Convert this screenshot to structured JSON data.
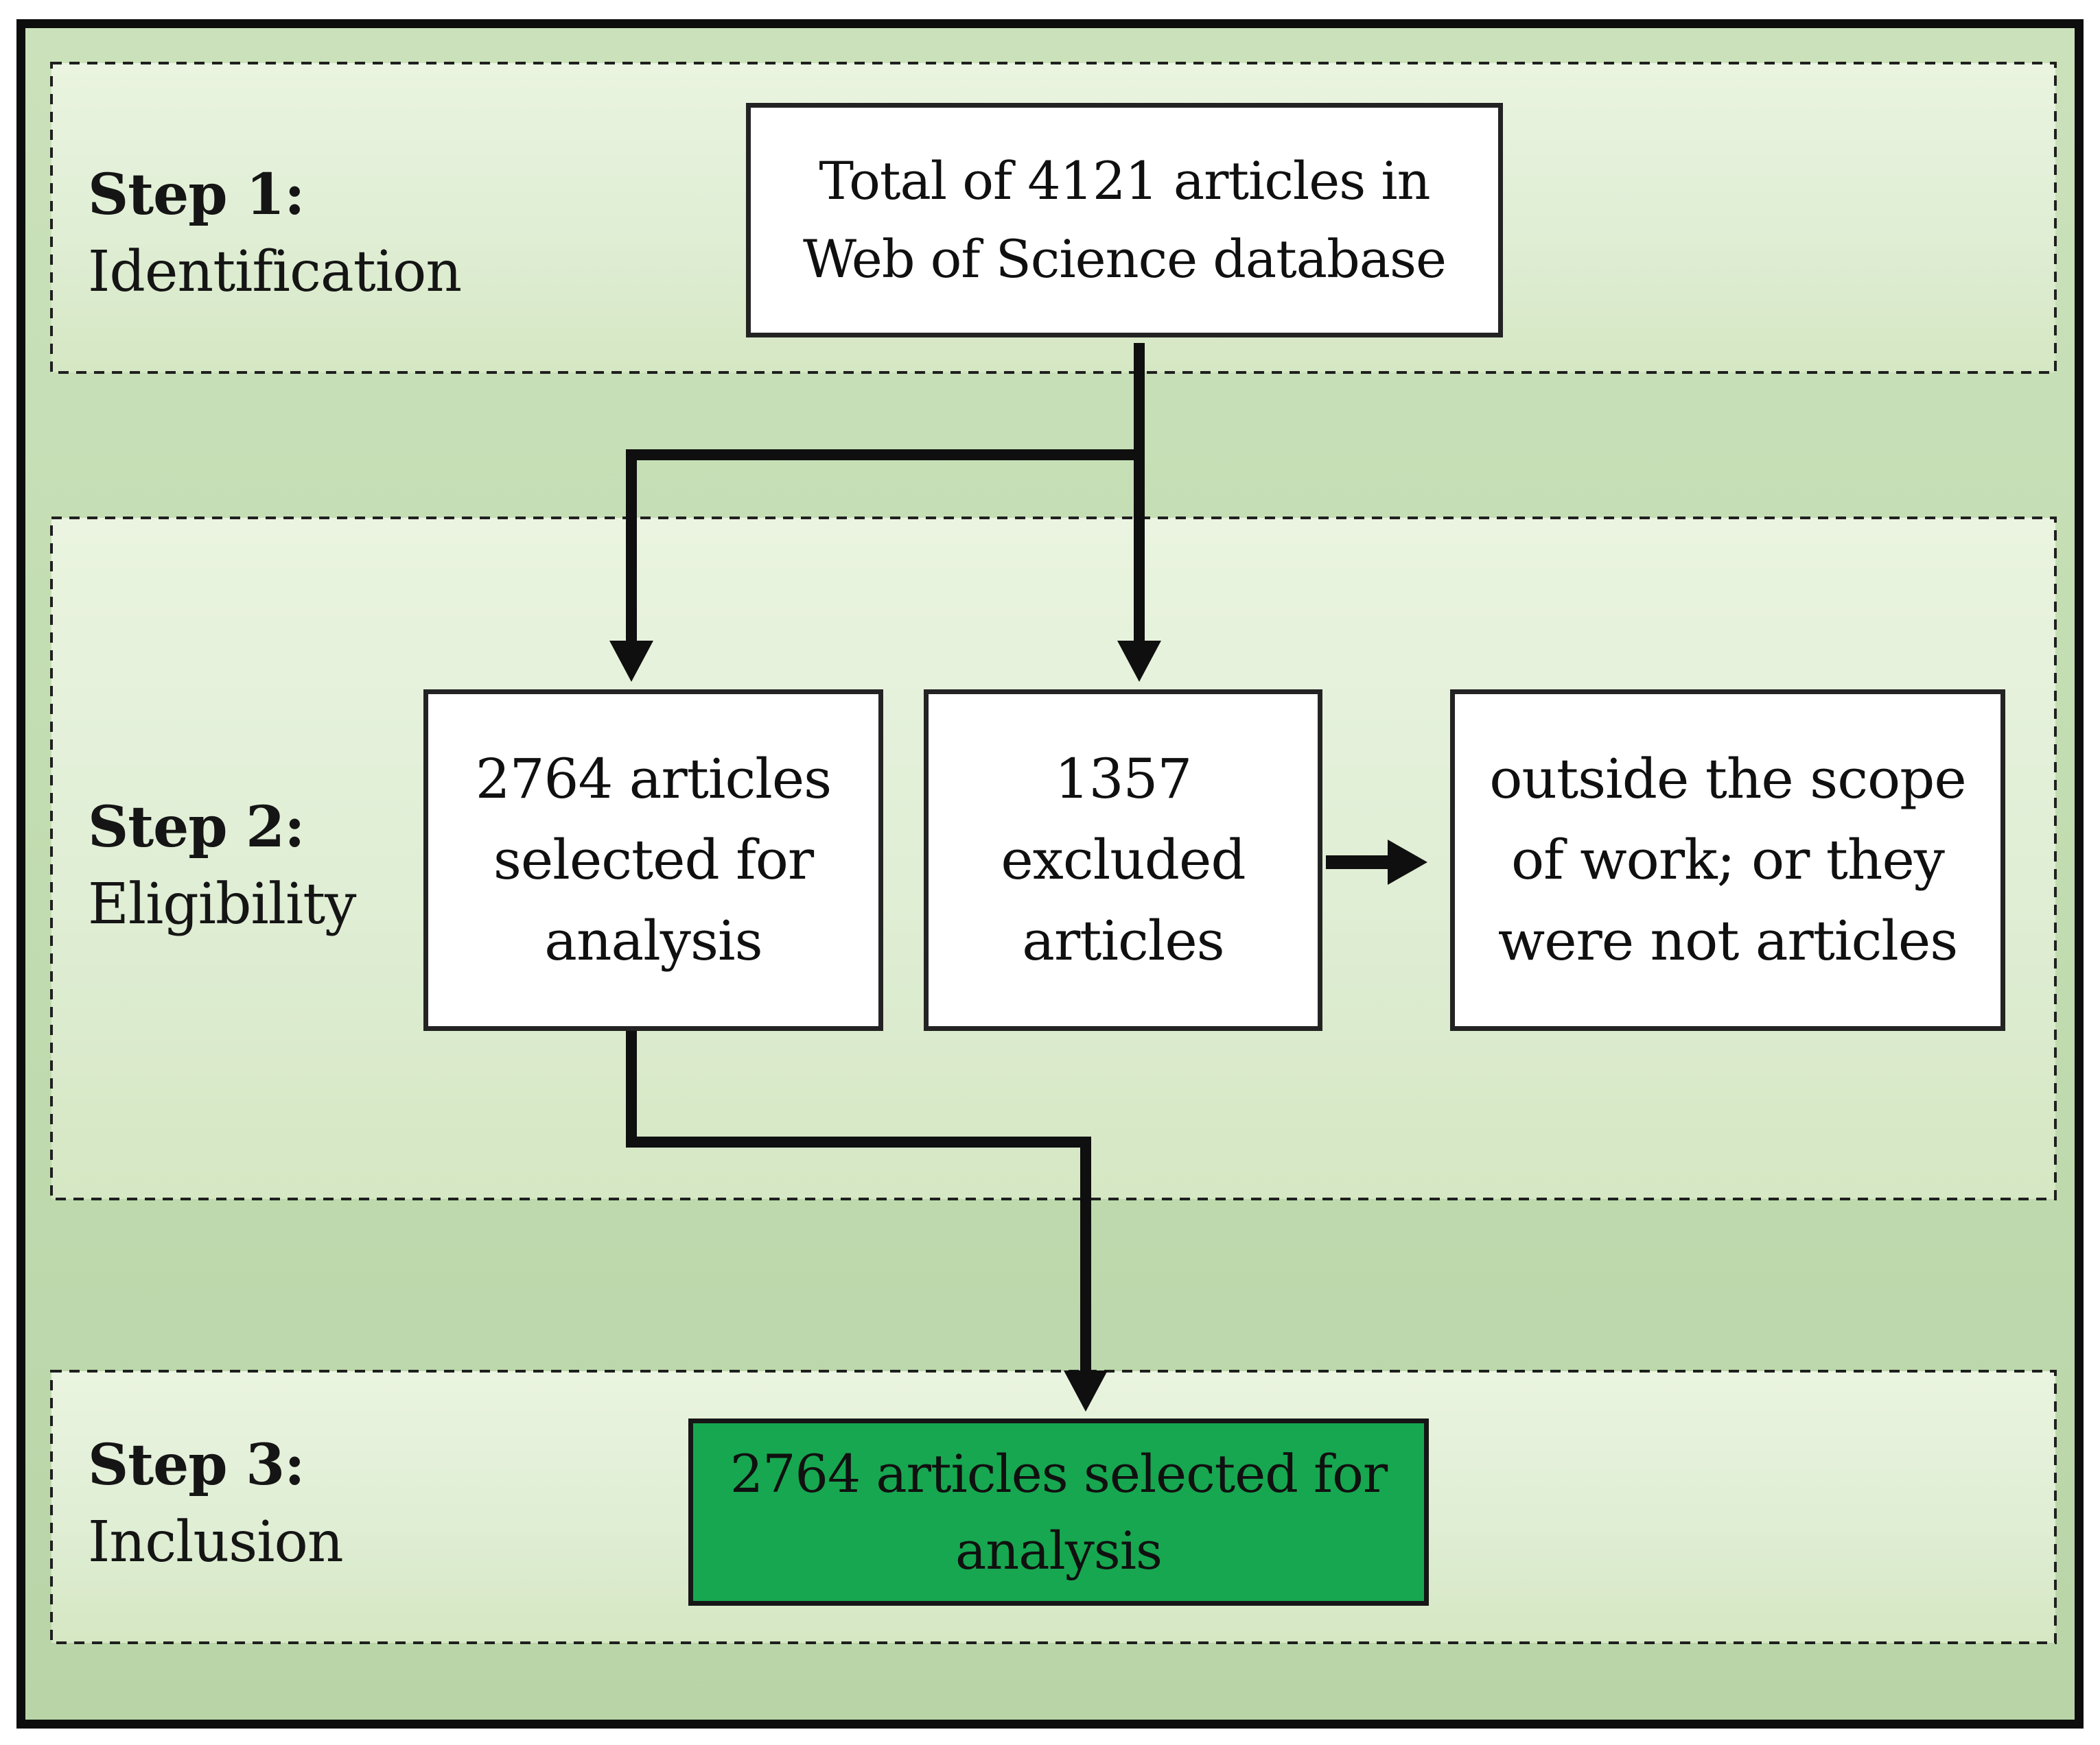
{
  "diagram": {
    "kind": "article-screening-flowchart",
    "steps": [
      {
        "label": "Step 1:",
        "name": "Identification"
      },
      {
        "label": "Step 2:",
        "name": "Eligibility"
      },
      {
        "label": "Step 3:",
        "name": "Inclusion"
      }
    ],
    "nodes": {
      "total": {
        "lines": [
          "Total of 4121 articles in",
          "Web of Science database"
        ]
      },
      "selected": {
        "lines": [
          "2764 articles",
          "selected for",
          "analysis"
        ]
      },
      "excluded": {
        "lines": [
          "1357",
          "excluded",
          "articles"
        ]
      },
      "reason": {
        "lines": [
          "outside the scope",
          "of work; or they",
          "were not articles"
        ]
      },
      "included": {
        "lines": [
          "2764 articles selected for",
          "analysis"
        ]
      }
    },
    "colors": {
      "included_fill": "#17a750",
      "panel_bg": "#e3efd8",
      "outer_bg": "#bfdaae",
      "line": "#0f0f0f"
    }
  }
}
